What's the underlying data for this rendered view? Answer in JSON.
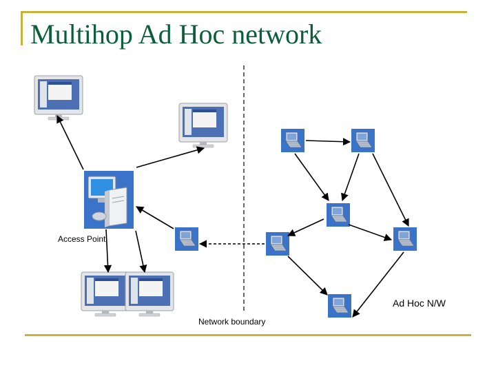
{
  "title": "Multihop Ad Hoc network",
  "labels": {
    "access_point": "Access Point",
    "adhoc_network": "Ad Hoc N/W",
    "network_boundary": "Network boundary"
  },
  "colors": {
    "title": "#0b5e3a",
    "frame": "#c9b23a",
    "laptop_tile": "#3b73c9"
  },
  "icons": {
    "desktop": "desktop-monitor-icon",
    "access_point": "access-point-server-icon",
    "laptop": "laptop-icon"
  }
}
